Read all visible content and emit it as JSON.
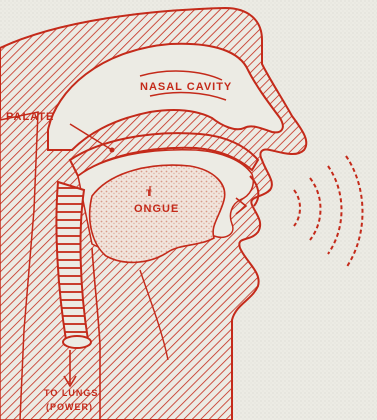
{
  "labels": {
    "nasal_cavity": "NASAL CAVITY",
    "palate": "PALATE",
    "tongue_prefix": "T",
    "tongue": "ONGUE",
    "lungs_line1": "TO LUNGS",
    "lungs_line2": "(POWER)"
  },
  "colors": {
    "ink": "#c42a1a",
    "paper": "#ecebe4"
  }
}
